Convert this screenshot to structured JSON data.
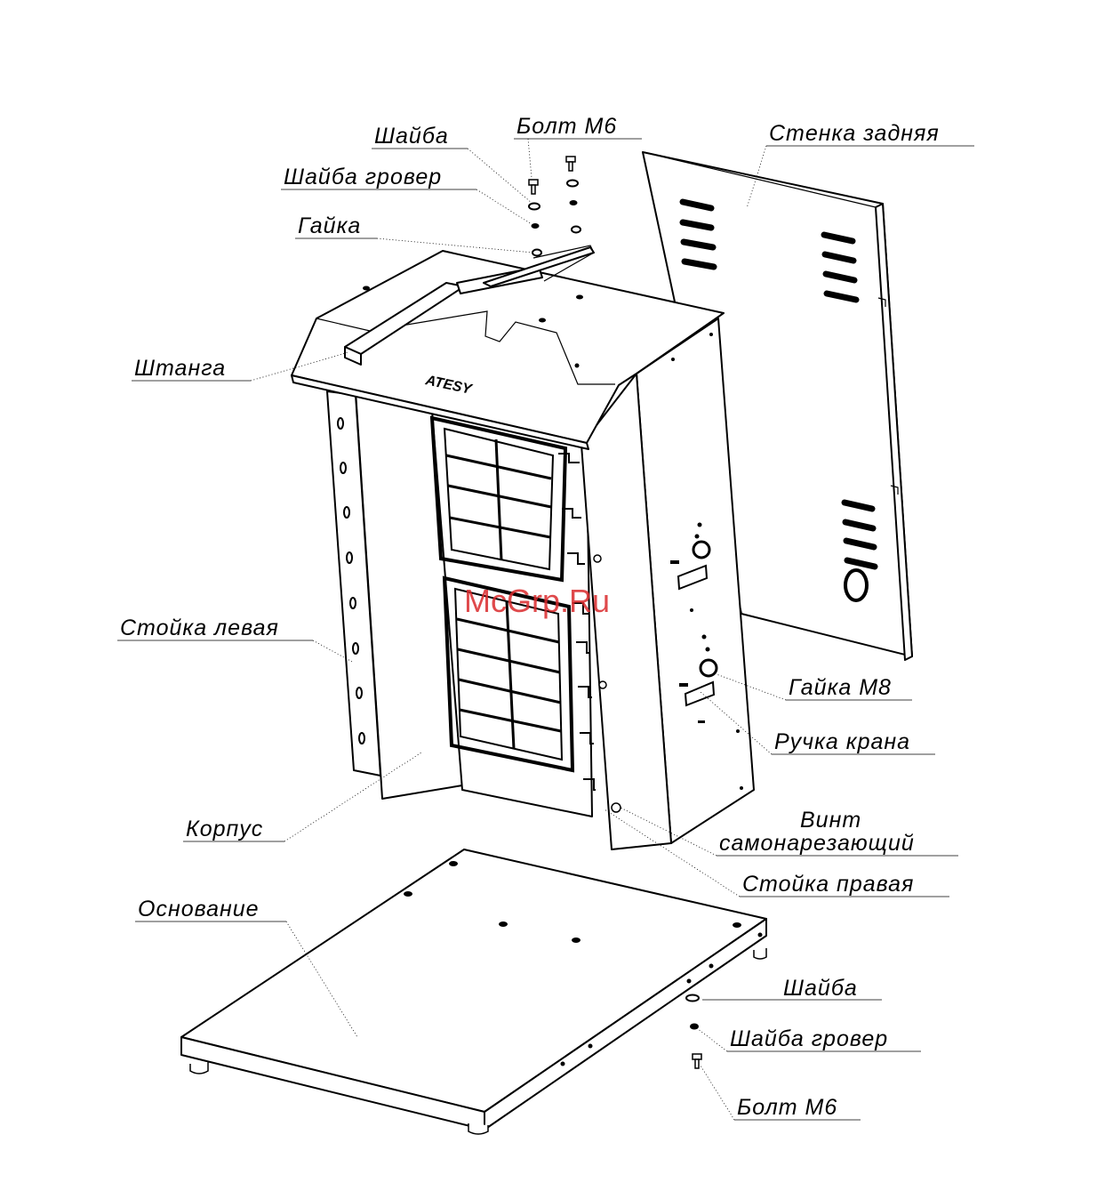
{
  "labels": {
    "bolt_top": "Болт М6",
    "washer_top": "Шайба",
    "spring_washer_top": "Шайба гровер",
    "nut_top": "Гайка",
    "back_wall": "Стенка задняя",
    "rod": "Штанга",
    "left_post": "Стойка левая",
    "nut_m8": "Гайка М8",
    "valve_handle": "Ручка крана",
    "body": "Корпус",
    "screw_line1": "Винт",
    "screw_line2": "самонарезающий",
    "right_post": "Стойка правая",
    "base": "Основание",
    "washer_bottom": "Шайба",
    "spring_washer_bottom": "Шайба гровер",
    "bolt_bottom": "Болт М6"
  },
  "brand": "ATESY",
  "watermark": "McGrp.Ru",
  "colors": {
    "line": "#000000",
    "watermark": "#d9292c",
    "background": "#ffffff"
  }
}
